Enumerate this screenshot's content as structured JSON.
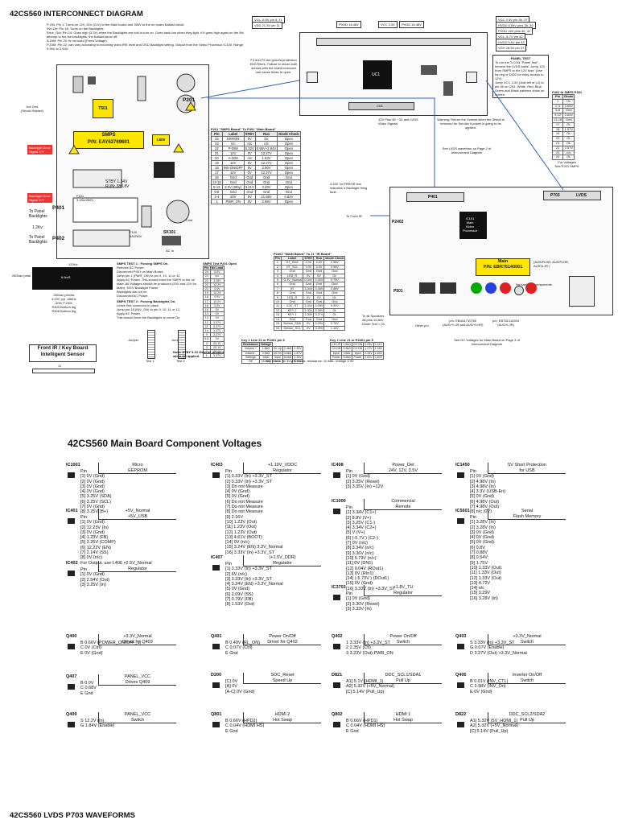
{
  "header": {
    "title": "42CS560 INTERCONNECT DIAGRAM",
    "notes": [
      "P-ON: Pin 1: Turns on 12V, 24V (21V) to the Main board and 390V to the on board Ballast circuit.",
      "INV-On: Pin 18: Turns on the Backlights",
      "Error_Out: Pin 24: Goes high (3.3V) when the Backlights are told to turn on. Goes back low when they light. If it goes high again on the 5th attempt to fire the backlights, the Ballast shuts off.",
      "A-DIM: Pin 20: Is not used (Fixed Voltage).",
      "P-DIM: Pin 22: can vary according to incoming video IRE level and OSD Backlight setting. Output from the Video Processor IC100. Range 0.99V to 2.64V."
    ]
  },
  "smps": {
    "label": "SMPS",
    "pn": "P/N: EAY62769601",
    "hot_gnd": "Hot Gnd\n(Shock Hazard)",
    "backlight_drive_1": "Backlight Drive\nSignal 1??",
    "backlight_drive_2": "Backlight Drive\nSignal 2??",
    "to_panel_1": "To Panel\nBacklights",
    "to_panel_2": "To Panel\nBacklights",
    "kv": "1.2Kv",
    "stby_text": "STBY 1.24V\nRUN: 388.8V",
    "f101": "F101\n3.15A/250V",
    "f100": "F100\n5A/250V",
    "cold": "Cold",
    "p401": "P401",
    "p402": "P402",
    "p201": "P201",
    "sk101": "SK101",
    "ac_in": "AC In",
    "t501": "T501",
    "l500": "L500",
    "freq_120": "120Hz",
    "wave_280": "280Vac peak",
    "wave_text": "280vac pre/dis\n4.03V p/p  48kHz\n60% P-DIM\nR403 Bottom leg\nR408 Bottom leg",
    "wave_tag": "6.6mS"
  },
  "smps_test": {
    "t1_title": "SMPS TEST 1 : Forcing SMPS On.",
    "t1_lines": [
      "Remove AC Power.",
      "Disconnect P401 on Main Board.",
      "Jump pin 1 (PWR_ON) to pin 9, 10, 11 or 12.",
      "Apply AC Power. This should force the SMPS to the on state. All Voltages should be produced (20V and 12V for Main). 397V Backlight Power.",
      "Backlights are not on.",
      "Disconnect AC Power."
    ],
    "t2_title": "SMPS TEST 2 : Forcing Backlights On.",
    "t2_lines": [
      "Leave first connector in place.",
      "Jump pin 18 (INV_ON) to pin 9, 10, 11 or 12.",
      "Apply AC Power.",
      "This should force the Backlights to come On"
    ],
    "note": "Note: STBY 3.3V Must be present when AC applied.",
    "jumper": "Jumper",
    "test1": "Test 1",
    "test2": "Test 2"
  },
  "p201_table": {
    "title": "P201 \"SMPS Board\" To P401 \"Main Board\"",
    "headers": [
      "Pin",
      "Label",
      "STBY",
      "Run",
      "Diode Check"
    ],
    "rows": [
      [
        "24",
        "ERROR",
        "0V",
        "0V",
        "Open"
      ],
      [
        "23",
        "n/c",
        "n/c",
        "n/c",
        "Open"
      ],
      [
        "22",
        "P-DIM",
        "0.32V",
        "0.95V~2.64V",
        "Open"
      ],
      [
        "21",
        "12V",
        "0V",
        "12.27V",
        "Open"
      ],
      [
        "20",
        "A-DIM",
        "n/c",
        "1.53V",
        "Open"
      ],
      [
        "19",
        "12V",
        "0V",
        "12.27V",
        "Open"
      ],
      [
        "18",
        "INV-ON/OFF",
        "0V",
        "2.90V",
        "Open"
      ],
      [
        "17",
        "12V",
        "0V",
        "12.27V",
        "Open"
      ],
      [
        "16",
        "Gnd",
        "Gnd",
        "Gnd",
        "Gnd"
      ],
      [
        "13-15",
        "Gnd",
        "Gnd",
        "Gnd",
        "Gnd"
      ],
      [
        "9-12",
        "3.3V (Stby)",
        "3.41V",
        "3.29V",
        "Open"
      ],
      [
        "5-8",
        "Gnd",
        "Gnd",
        "Gnd",
        "Gnd"
      ],
      [
        "2-4",
        "20V",
        "0V",
        "21.58V",
        "0.82V"
      ],
      [
        "1",
        "PWR_ON",
        "0V",
        "2.98V",
        "Open"
      ]
    ],
    "error_note": "3.43V on ERROR line indicates a Backlight firing fault."
  },
  "p2402_table": {
    "title": "P2402 \"MAIN Board\" To J1 \"IR Board\"",
    "headers": [
      "Pin",
      "Label",
      "STBY",
      "Run",
      "Diode Check"
    ],
    "rows": [
      [
        "1",
        "GT_SDA",
        "3.3V",
        "3.3V",
        "0.98V"
      ],
      [
        "2",
        "GT_SCL",
        "3.3V",
        "3.3V",
        "0.98V"
      ],
      [
        "3",
        "Gnd",
        "Gnd",
        "Gnd",
        "Gnd"
      ],
      [
        "4",
        "LED_R",
        "0V",
        "0V",
        "OL"
      ],
      [
        "5",
        "+3.3V_Normal",
        "0.34V",
        "3.30V",
        "0.75V"
      ],
      [
        "6",
        "Gnd",
        "Gnd",
        "Gnd",
        "Gnd"
      ],
      [
        "7",
        "IR",
        "3.34V",
        "3.28V",
        "2.66V"
      ],
      [
        "8",
        "Gnd",
        "Gnd",
        "Gnd",
        "Gnd"
      ],
      [
        "9",
        "LED_R",
        "0V",
        "0V",
        "OL"
      ],
      [
        "10",
        "Gnd",
        "Gnd",
        "Gnd",
        "Gnd"
      ],
      [
        "11",
        "3.3V_ST",
        "3.34V",
        "3.28V",
        "0.50V"
      ],
      [
        "12",
        "KEY 2",
        "3.30V",
        "3.28V",
        "OL"
      ],
      [
        "13",
        "KEY 1",
        "3.30V",
        "3.27V",
        "OL"
      ],
      [
        "14",
        "Gnd",
        "Gnd",
        "Gnd",
        "Gnd"
      ],
      [
        "15",
        "Sensor_SDA",
        "0V",
        "3.25V",
        "0.76V"
      ],
      [
        "16",
        "Sensor_SCL",
        "0V",
        "3.25V",
        "1.14V"
      ]
    ]
  },
  "smps_test_table": {
    "title": "SMPS Test P201 Open",
    "headers": [
      "Pin",
      "No Load"
    ],
    "rows": [
      [
        "24",
        "0.0V"
      ],
      [
        "23",
        "n/c"
      ],
      [
        "22",
        "3.28V"
      ],
      [
        "21",
        "12.2V"
      ],
      [
        "20",
        "0.0V"
      ],
      [
        "19",
        "12.2V"
      ],
      [
        "18",
        "0.0V"
      ],
      [
        "17",
        "12.2V"
      ],
      [
        "16",
        "0.0V"
      ],
      [
        "15",
        "0V"
      ],
      [
        "14",
        "0V"
      ],
      [
        "13",
        "0V"
      ],
      [
        "12",
        "3.37V"
      ],
      [
        "11",
        "3.37V"
      ],
      [
        "10",
        "3.37V"
      ],
      [
        "9",
        "3.37V"
      ],
      [
        "5-8",
        "0V"
      ],
      [
        "4",
        "20.1V"
      ],
      [
        "3",
        "20.1V"
      ],
      [
        "2",
        "20.1V"
      ],
      [
        "1",
        "3.37V"
      ]
    ]
  },
  "front_ir": {
    "title": "Front IR / Key Board\nIntelligent Sensor",
    "j1": "J1"
  },
  "tcon": {
    "labels": [
      "VGL -5.8V pin 8, 11",
      "VDD 21.3V pin 11",
      "PVDD 16.48V",
      "VCC 3.3V",
      "PVDD 16.48V",
      "VCC 3.3V pin 36, 37",
      "HVDD 6.59V pins 38, 39",
      "PVDD 16V pins 40, 41",
      "VGL -5.7V pin 42",
      "HVDD 6.6V pin 43",
      "VGH 28.5V pin 47"
    ],
    "uc1": "UC1",
    "cn1": "CN1",
    "fuse_note": "F4 and F5 are ground protection EMI Filters. Failure to return both screws with the shield removed can cause these to open.",
    "lvds_note": "12V Pins 46 ~ 51 and LVDS Video Signals",
    "warning": "Warning: Return the Screws when the Shield is removed for Service if power is going to be applied.",
    "panel_test_title": "PANEL TEST",
    "panel_test": "To run the T-CON \"Panel Test\", remove the LVDS cable. Jump 12V from SMPS to the 12V fuse. (Use top leg of D302 for easy access to 12V)\nJump VCC 3.3V (Just left of L2) to pin 46 on CN1. White, Red, Blue, Green and Black patterns show on screen.",
    "lvds_waveform": "See LVDS waveform on Page 2 of Interconnect Diagram"
  },
  "p401_table": {
    "title": "P401 to SMPS P201",
    "headers": [
      "Pin",
      "Diode"
    ],
    "rows": [
      [
        "1",
        "OL"
      ],
      [
        "2-4",
        "2.65V"
      ],
      [
        "5-8",
        "Gnd"
      ],
      [
        "9-12",
        "0.64V"
      ],
      [
        "13-16",
        "Gnd"
      ],
      [
        "17",
        "OL"
      ],
      [
        "18",
        "1.57V"
      ],
      [
        "19",
        "OL"
      ],
      [
        "20",
        "OL"
      ],
      [
        "21",
        "OL"
      ],
      [
        "22",
        "2.57V"
      ],
      [
        "23",
        "n/c"
      ],
      [
        "24",
        "OL"
      ]
    ],
    "footer": "For Voltages\nSee P201 SMPS"
  },
  "main_board": {
    "label": "Main",
    "pn": "P/N: EBR76140001",
    "sub": "(AUS/FLDR, AUS/FLHR,\nAUSYLJR )",
    "ic101": "IC101\nMain\nVideo\nProcessor",
    "no_backside": "No backside components",
    "to_front_ir": "To Front IR",
    "p2402": "P2402",
    "p401": "P401",
    "p703": "P703",
    "lvds": "LVDS",
    "p501": "P501",
    "speakers": "To all Speakers\nAll pins 10.84V\nDiode Test = OL",
    "other_pn": "Other p/n",
    "pn1": "p/n: EBU61710760\n(AUS/YLJR and AUS/YLHR)",
    "pn2": "p/n: EBT62114904\n(AUSYLJR)",
    "dc_voltages": "See DC Voltages for Main Board on Page 3 of Interconnect Diagram"
  },
  "key_tables": {
    "key1_title": "Key 1 Line J1 or P2401 pin 6",
    "key1_headers": [
      "Resistance",
      "Voltage"
    ],
    "key1_rows": [
      [
        "Volume +",
        "1.5kΩ",
        "Ch Up",
        "2.4kΩ",
        "1.40V"
      ],
      [
        "Volume -",
        "3.9kΩ",
        "Ch Dn",
        "5.6kΩ",
        "1.87V"
      ],
      [
        "Settings",
        "10kΩ",
        "Input",
        "8.2kΩ",
        "2.34V"
      ],
      [
        "OK",
        "18.2kΩ",
        "Menu",
        "",
        "2.73V"
      ]
    ],
    "key2_title": "Key 2 Line J1 or P2401 pin 5",
    "key2_rows": [
      [
        "CH UP",
        "1.5kΩ",
        "CH DN",
        "0.53V",
        "1.11V"
      ],
      [
        "CH DN",
        "3.9kΩ",
        "CH DN",
        "1.27V",
        "1.18V"
      ],
      [
        "Input",
        "10kΩ",
        "Input",
        "2.34V",
        "1.64V"
      ],
      [
        "Power",
        "5.6kΩ",
        "Power",
        "2.62V",
        "2.60V"
      ]
    ],
    "footer": "Key 1 or 2: No Key Pressed, resistance: 10.68K. Voltage 3.3V"
  },
  "voltages_section": {
    "title": "42CS560 Main Board Component Voltages",
    "components": [
      {
        "name": "IC1001",
        "desc": "Micro\nEEPROM",
        "pins": "Pin\n[1] 0V (Gnd)\n[2] 0V (Gnd)\n[3] 0V (Gnd)\n[4] 0V (Gnd)\n[5] 3.25V (SDA)\n[6] 3.25V (SCL)\n[7] 0V (Gnd)\n[8] 3.25V (B+)"
      },
      {
        "name": "IC403",
        "desc": "+1.10V_VDDC\nRegulator",
        "pins": "Pin\n[1] 3.33V (In) +3.3V_ST\n[2] 3.33V (In) +3.3V_ST\n[3] Do not Measure\n[4] 0V (Gnd)\n[5] 0V (Gnd)\n[6] Do not Measure\n[7] Do not Measure\n[8] Do not Measure\n[9] 2.16V\n[10] 1.23V (Out)\n[11] 1.23V (Out)\n[12] 1.23V (Out)\n[13] 4.61V (BOOT)\n[14] 0V (n/c)\n[15] 3.24V (EN) 3.3V_Normal\n[16] 3.33V (In) +3.3V_ST"
      },
      {
        "name": "IC408",
        "desc": "Power_Det\n24V, 12V, 3.5V",
        "pins": "Pin\n[1] 0V (Gnd)\n[2] 3.25V (Reset)\n[3] 3.35V (In) +12V"
      },
      {
        "name": "IC1450",
        "desc": "5V Short Protection\nfor USB",
        "pins": "Pin\n[1] 0V (Gnd)\n[2] 4.98V (In)\n[3] 4.98V (In)\n[4] 3.3V (USB-En)\n[5] 0V (Gnd)\n[6] 4.98V (Out)\n[7] 4.98V (Out)\n[8] n/c (0V)"
      },
      {
        "name": "IC401",
        "desc": "+5V_Normal\n+5V_USB",
        "pins": "Pin\n[1] 0V (Gnd)\n[2] 12.23V (In)\n[3] 0V (Gnd)\n[4] 1.23V (FB)\n[5] 3.26V (COMP)\n[6] 12.22V (EN)\n[7] 2.14V (SS)\n[8] 0V (n/c)\nFor Output, use L406"
      },
      {
        "name": "IC1000",
        "desc": "Commercial\nRemote",
        "pins": "Pin\n[1] 3.34V (C1+)\n[2] 8.8V (V+)\n[3] 3.25V (C1-)\n[4] 3.34V (C2+)\n[5] V (V+)\n[6] (-5.7V ) (C2-)\n[7] 0V (n/c)\n[8] 3.34V (n/c)\n[9] 3.36V (n/c)\n[10] 5.79V (n/c)\n[11] 0V (DN1)\n[12] 0.04V (ROut1)\n[13] 0V (RIn1)\n[14] (-5.73V ) (DOut1)\n[15] 0V (Gnd)\n[16] 3.33V (In) +3.3V_ST"
      },
      {
        "name": "IC5601",
        "desc": "Serial\nFlash Memory",
        "pins": "Pin\n[1] 3.28V (In)\n[2] 3.28V (In)\n[3] 0V (Gnd)\n[4] 0V (Gnd)\n[5] 0V (Gnd)\n[6] 0.8V\n[7] 0.88V\n[8] 0.54V\n[9] 1.75V\n[10] 1.33V (Out)\n[11] 1.33V (Out)\n[12] 1.33V (Out)\n[13] 4.72V\n[14] n/c\n[15] 3.29V\n[16] 3.28V (In)"
      },
      {
        "name": "IC407",
        "desc": "(+1.5V_DDR)\nRegulator",
        "pins": "Pin\n[1] 3.33V (In) +3.3V_ST\n[2] 6V (n/c)\n[3] 3.33V (In) +3.3V_ST\n[4] 3.24V (EN) +3.3V_Normal\n[5] 0V (Gnd)\n[6] 2.09V (SS)\n[7] 0.79V (FB)\n[8] 1.53V (Out)"
      },
      {
        "name": "IC402",
        "desc": "+2.5V_Normal\nRegulator",
        "pins": "Pin\n[1] 0V (Gnd)\n[2] 2.54V (Out)\n[3] 3.25V (In)"
      },
      {
        "name": "IC3703",
        "desc": "+1.8V_TU\nRegulator",
        "pins": "Pin\n[1] 0V (Gnd)\n[2] 3.30V (Reset)\n[3] 3.33V (In)"
      },
      {
        "name": "Q400",
        "desc": "+3.3V_Normal\nDriver for Q403",
        "pins": "B 0.66V (POWER_ON/OFF_1)\nC 0V (Ctrl)\nE 0V (Gnd)"
      },
      {
        "name": "Q401",
        "desc": "Power On/Off\nDriver for Q402",
        "pins": "B 0.49V (RL_ON)\nC 0.07V (Ctrl)\nE Gnd"
      },
      {
        "name": "Q402",
        "desc": "Power On/Off\nSwitch",
        "pins": "1 3.33V (In) +3.3V_ST\n2 2.35V (Ctl)\n3 3.23V (Out) PWR_ON"
      },
      {
        "name": "Q403",
        "desc": "+3.3V_Normal\nSwitch",
        "pins": "S 3.33V (In) +3.3V_ST\nG 0.07V (Enable)\nD 3.27V (Out) +3.3V_Normal"
      },
      {
        "name": "Q407",
        "desc": "PANEL_VCC\nDrives Q409",
        "pins": "B 0.0V\nC 0.68V\nE Gnd"
      },
      {
        "name": "D200",
        "desc": "SOC_Reset\nSpeed Up",
        "pins": "[C] 0V\n[A] 0V\n[A-C] 0V (Gnd)"
      },
      {
        "name": "D821",
        "desc": "DDC_SCL1/SDA1\nPull Up",
        "pins": "A1] 5.1V (HDMI_1)\nA2] 5.32V (+5V_Normal)\n[C] 5.14V (Pull_Up)"
      },
      {
        "name": "Q405",
        "desc": "Inverter On/Off\nSwitch",
        "pins": "B 0.01V (INV_CTL)\nC 2.98V (INV_On)\nE 0V (Gnd)"
      },
      {
        "name": "Q409",
        "desc": "PANEL_VCC\nSwitch",
        "pins": "S 12.2V (In)\nG 1.84V (Enable)"
      },
      {
        "name": "Q801",
        "desc": "HDMI 2\nHot Swap",
        "pins": "B 0.66V (HPD2)\nC 0.04V (HDMI HS)\nE Gnd"
      },
      {
        "name": "Q802",
        "desc": "HDMI 1\nHot Swap",
        "pins": "B 0.66V (HPD1)\nC 0.04V (HDMI HS)\nE Gnd"
      },
      {
        "name": "D822",
        "desc": "DDC_SCL2/SDA2\nPull Up",
        "pins": "A1] 5.32V (5V_HDMI_1)\nA2] 5.32V (+5V_Normal)\n[C] 5.14V (Pull_Up)"
      }
    ]
  },
  "footer": {
    "title": "42CS560 LVDS P703 WAVEFORMS"
  }
}
